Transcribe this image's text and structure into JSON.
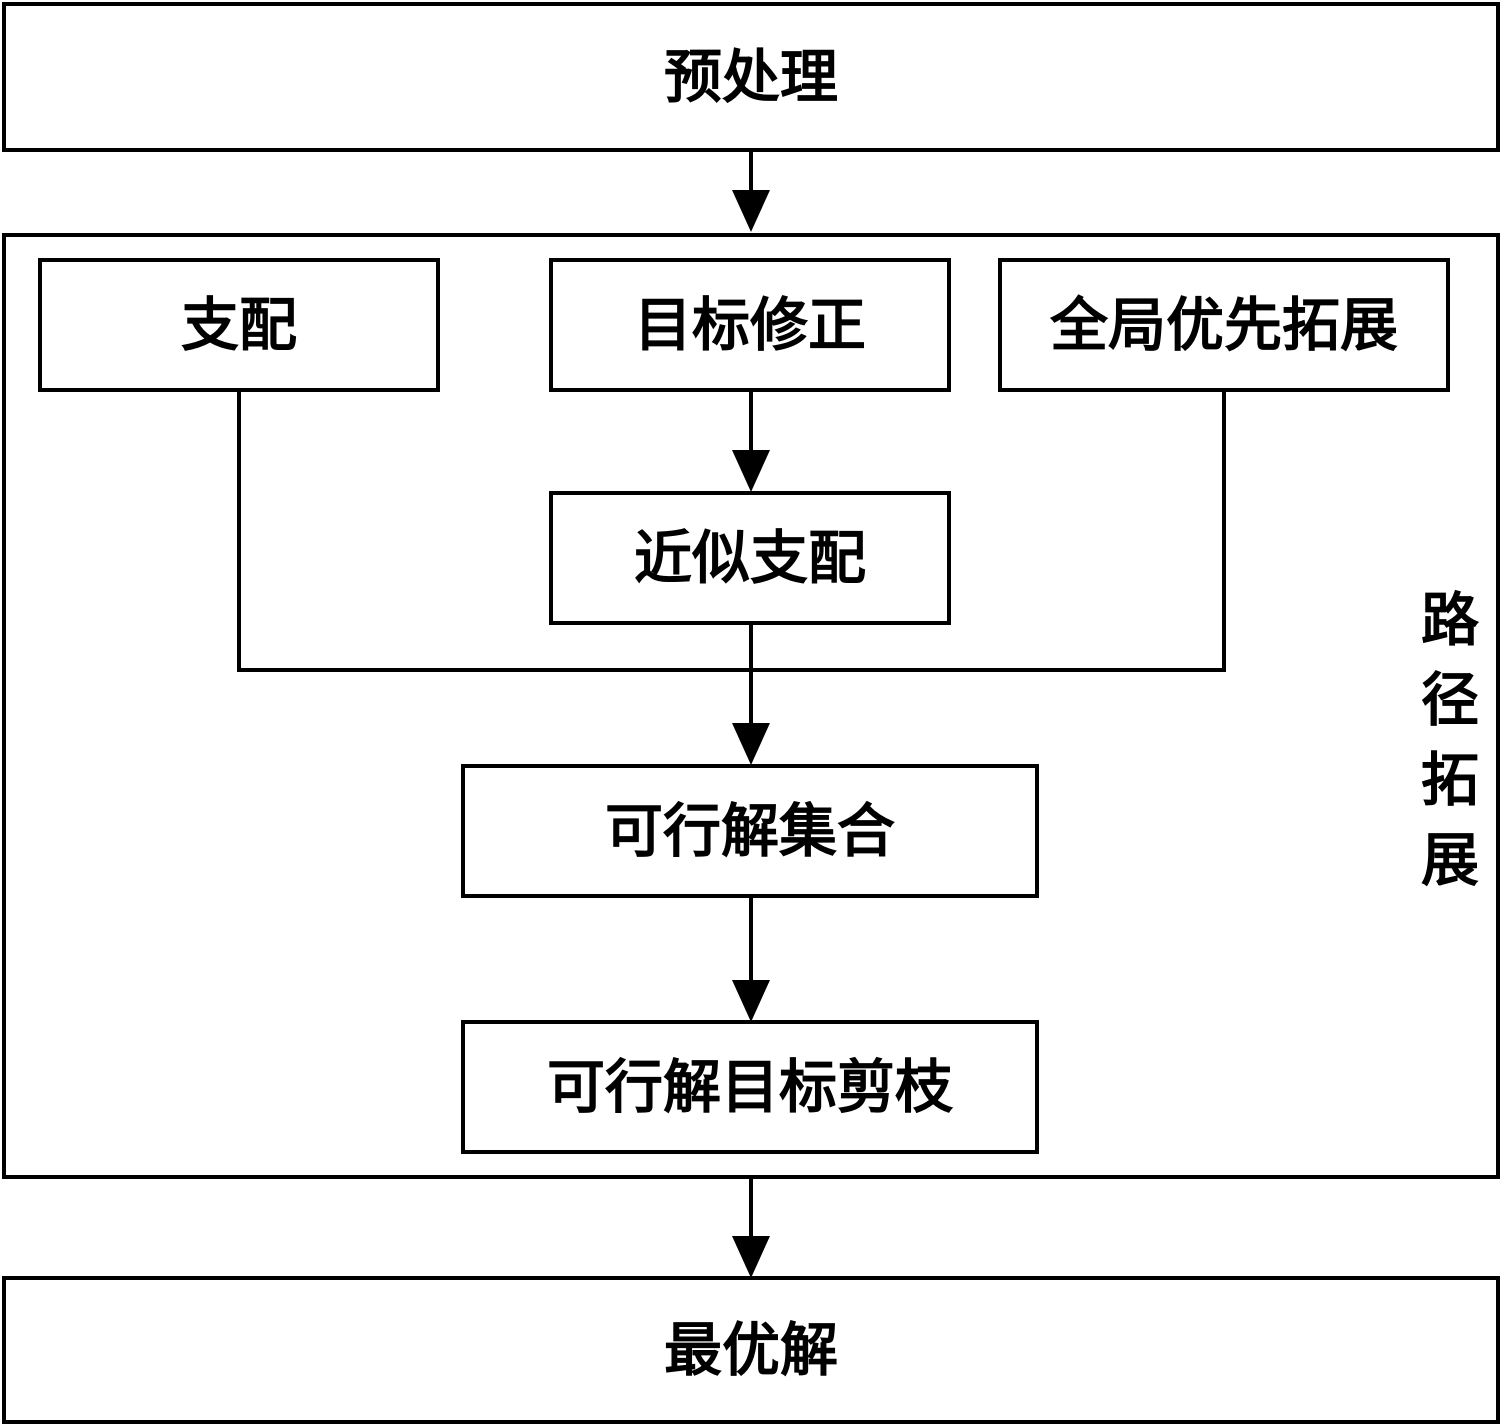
{
  "diagram": {
    "preprocess": "预处理",
    "path_expansion": {
      "title": "路径拓展",
      "dominance": "支配",
      "target_correction": "目标修正",
      "global_priority_expansion": "全局优先拓展",
      "approximate_dominance": "近似支配",
      "feasible_solution_set": "可行解集合",
      "feasible_solution_target_pruning": "可行解目标剪枝"
    },
    "optimal_solution": "最优解"
  }
}
